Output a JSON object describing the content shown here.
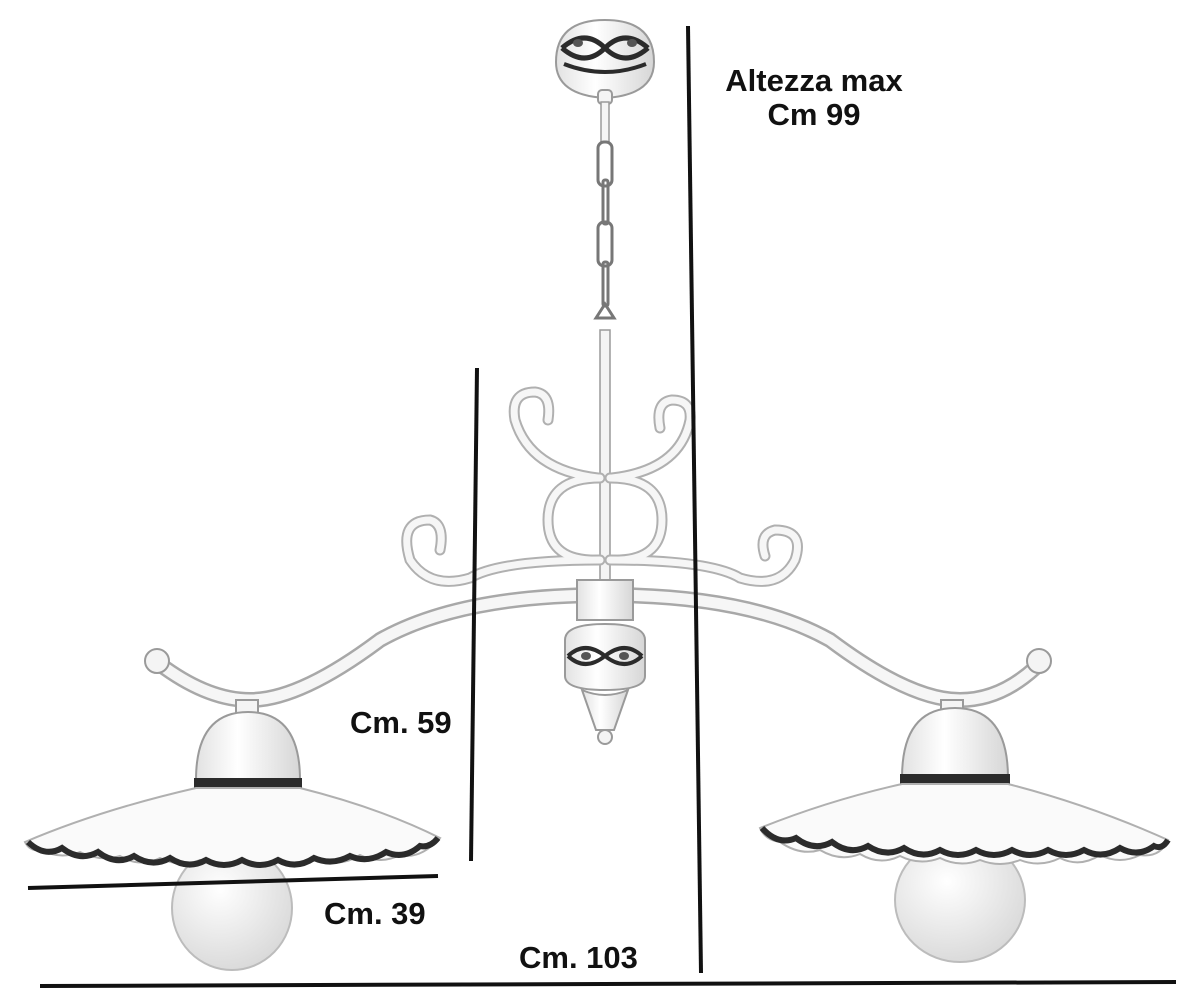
{
  "diagram": {
    "dimensions": [
      {
        "id": "max_height",
        "label_line1": "Altezza max",
        "label_line2": "Cm 99"
      },
      {
        "id": "body_height",
        "label": "Cm. 59"
      },
      {
        "id": "shade_width",
        "label": "Cm. 39"
      },
      {
        "id": "total_width",
        "label": "Cm. 103"
      }
    ],
    "colors": {
      "line": "#111111",
      "metal": "#f4f4f4",
      "outline": "#9a9a9a",
      "ceramic_trim": "#2b2b2b",
      "bulb": "#ededed"
    },
    "icons": [
      "ceiling-canopy-icon",
      "chain-icon",
      "lampshade-icon",
      "bulb-icon"
    ]
  }
}
